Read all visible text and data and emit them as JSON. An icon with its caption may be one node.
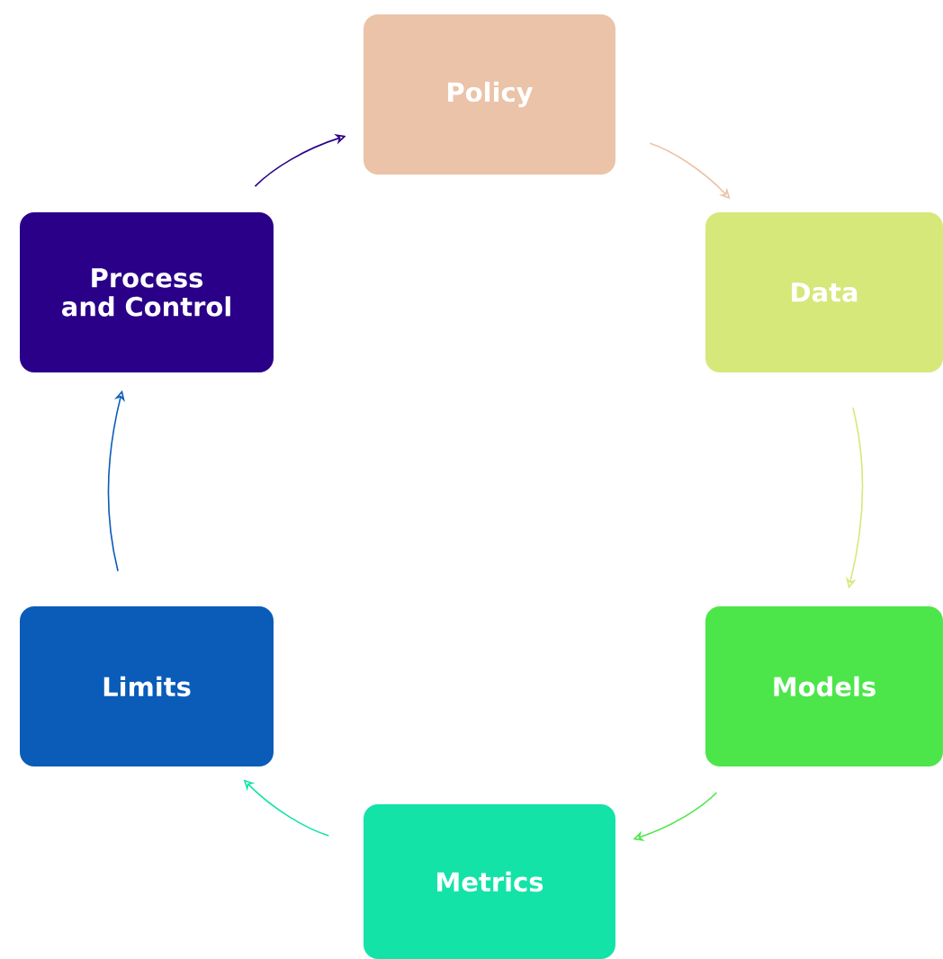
{
  "diagram": {
    "nodes": [
      {
        "text": [
          "Policy"
        ]
      },
      {
        "text": [
          "Data"
        ]
      },
      {
        "text": [
          "Models"
        ]
      },
      {
        "text": [
          "Metrics"
        ]
      },
      {
        "text": [
          "Limits"
        ]
      },
      {
        "text": [
          "Process and Control"
        ]
      }
    ],
    "edges": [
      {
        "from": 0,
        "to": 1,
        "arrow": "to",
        "color": "#ebc3a8"
      },
      {
        "from": 1,
        "to": 2,
        "arrow": "to",
        "color": "#d6e87a"
      },
      {
        "from": 2,
        "to": 3,
        "arrow": "to",
        "color": "#4ce64a"
      },
      {
        "from": 3,
        "to": 4,
        "arrow": "to",
        "color": "#14e3a8"
      },
      {
        "from": 4,
        "to": 5,
        "arrow": "to",
        "color": "#0a5cb8"
      },
      {
        "from": 5,
        "to": 0,
        "arrow": "to",
        "color": "#2a0088"
      }
    ]
  }
}
